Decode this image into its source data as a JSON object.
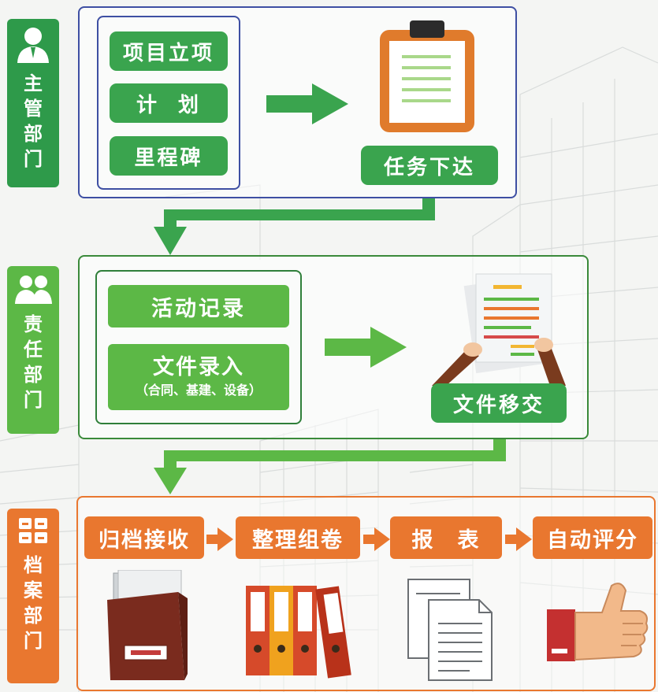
{
  "dept_top": {
    "label": "主管部门",
    "icon": "person-icon"
  },
  "dept_mid": {
    "label": "责任部门",
    "icon": "people-icon"
  },
  "dept_bottom": {
    "label": "档案部门",
    "icon": "grid-icon"
  },
  "planning": {
    "items": [
      "项目立项",
      "计  划",
      "里程碑"
    ],
    "task_label": "任务下达"
  },
  "responsible": {
    "activity": "活动记录",
    "file_entry": "文件录入",
    "file_entry_sub": "（合同、基建、设备）",
    "transfer": "文件移交"
  },
  "archive": {
    "steps": [
      "归档接收",
      "整理组卷",
      "报　表",
      "自动评分"
    ]
  },
  "colors": {
    "blue_frame": "#3e4fa3",
    "green": "#3aa44e",
    "light_green": "#5cb846",
    "orange": "#e9772f",
    "dark_green_frame": "#2f7f3a"
  }
}
